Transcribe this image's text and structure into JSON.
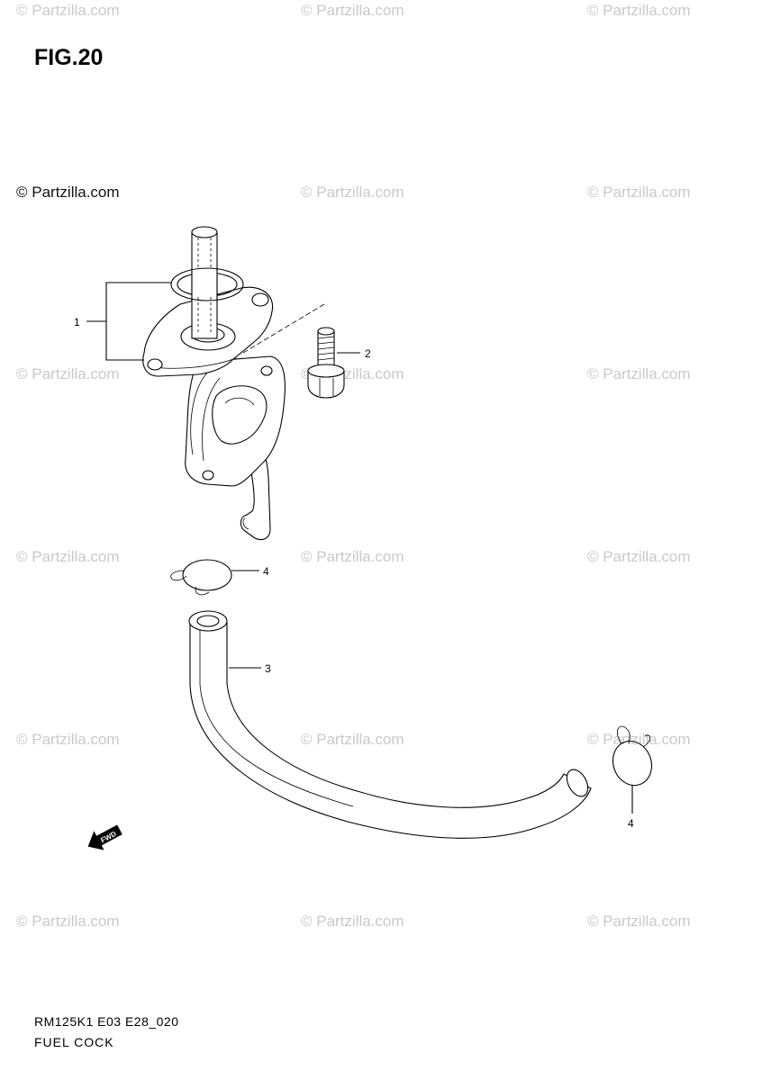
{
  "figure": {
    "title": "FIG.20",
    "code": "RM125K1 E03 E28_020",
    "name": "FUEL COCK"
  },
  "watermark": {
    "text": "© Partzilla.com"
  },
  "callouts": {
    "fuel_cock": "1",
    "bolt": "2",
    "hose": "3",
    "clip_upper": "4",
    "clip_lower": "4"
  },
  "direction_arrow": {
    "label": "FWD"
  }
}
